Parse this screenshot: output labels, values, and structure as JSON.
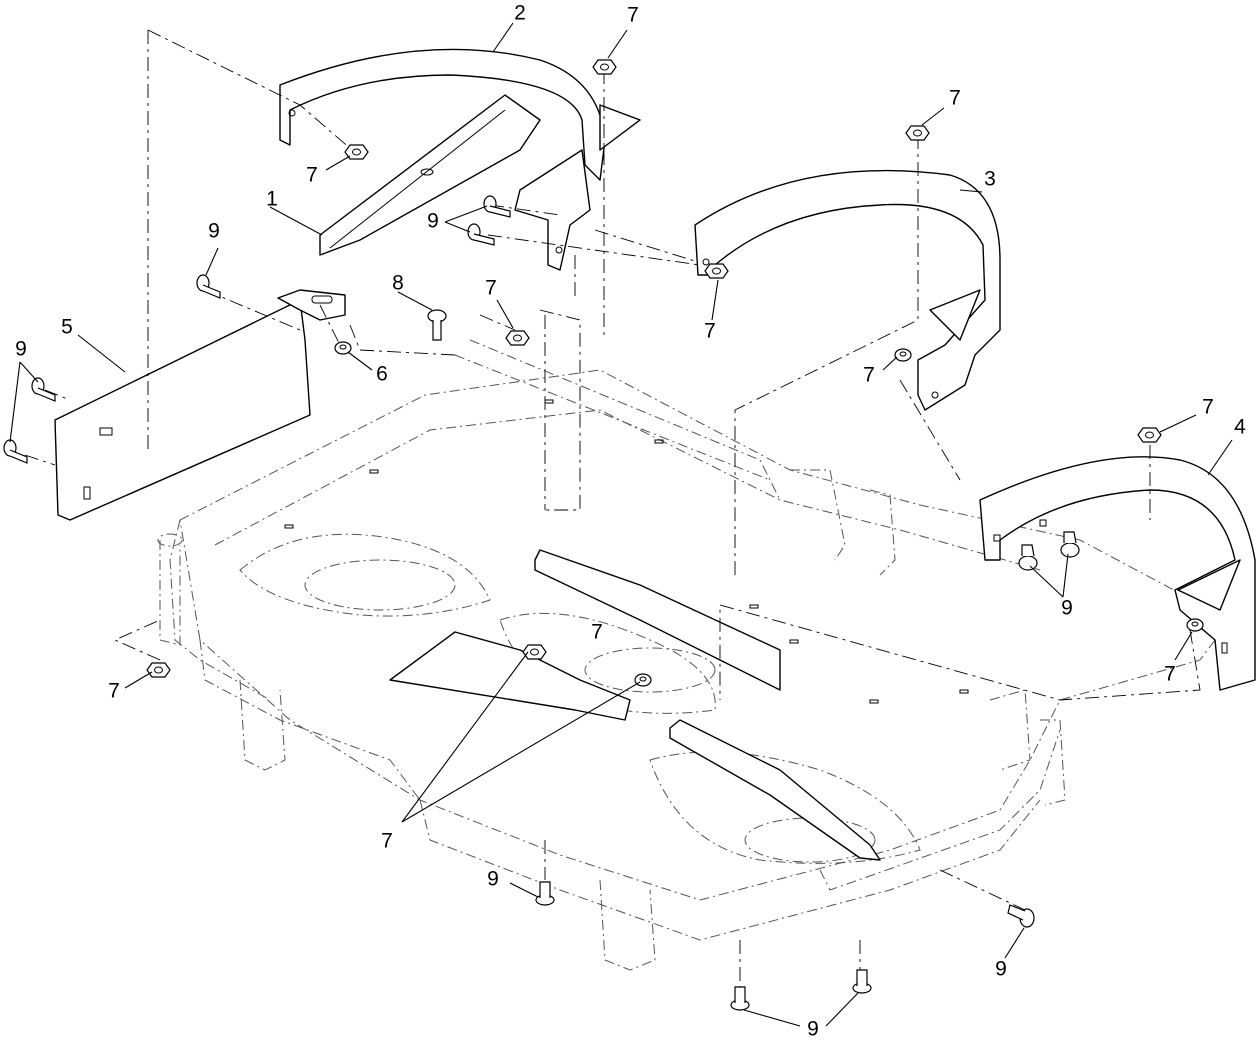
{
  "callouts": {
    "c1": "1",
    "c2": "2",
    "c3": "3",
    "c4": "4",
    "c5": "5",
    "c6": "6",
    "c7a": "7",
    "c7b": "7",
    "c7c": "7",
    "c7d": "7",
    "c7e": "7",
    "c7f": "7",
    "c7g": "7",
    "c7h": "7",
    "c7i": "7",
    "c7j": "7",
    "c7k": "7",
    "c8": "8",
    "c9a": "9",
    "c9b": "9",
    "c9c": "9",
    "c9d": "9",
    "c9e": "9",
    "c9f": "9",
    "c9g": "9"
  }
}
